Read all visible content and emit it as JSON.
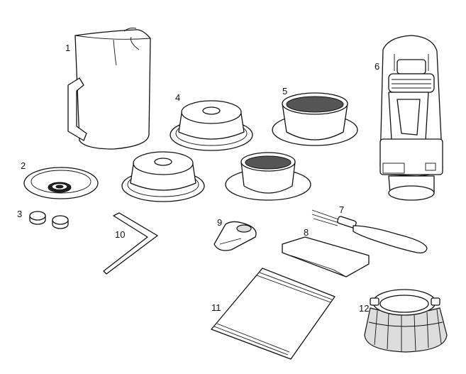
{
  "figure": {
    "callouts": [
      "1",
      "2",
      "3",
      "4",
      "5",
      "6",
      "7",
      "8",
      "9",
      "10",
      "11",
      "12"
    ],
    "colors": {
      "line": "#111111",
      "fill": "#ffffff",
      "shade": "#dddddd",
      "mesh": "#555555"
    }
  }
}
